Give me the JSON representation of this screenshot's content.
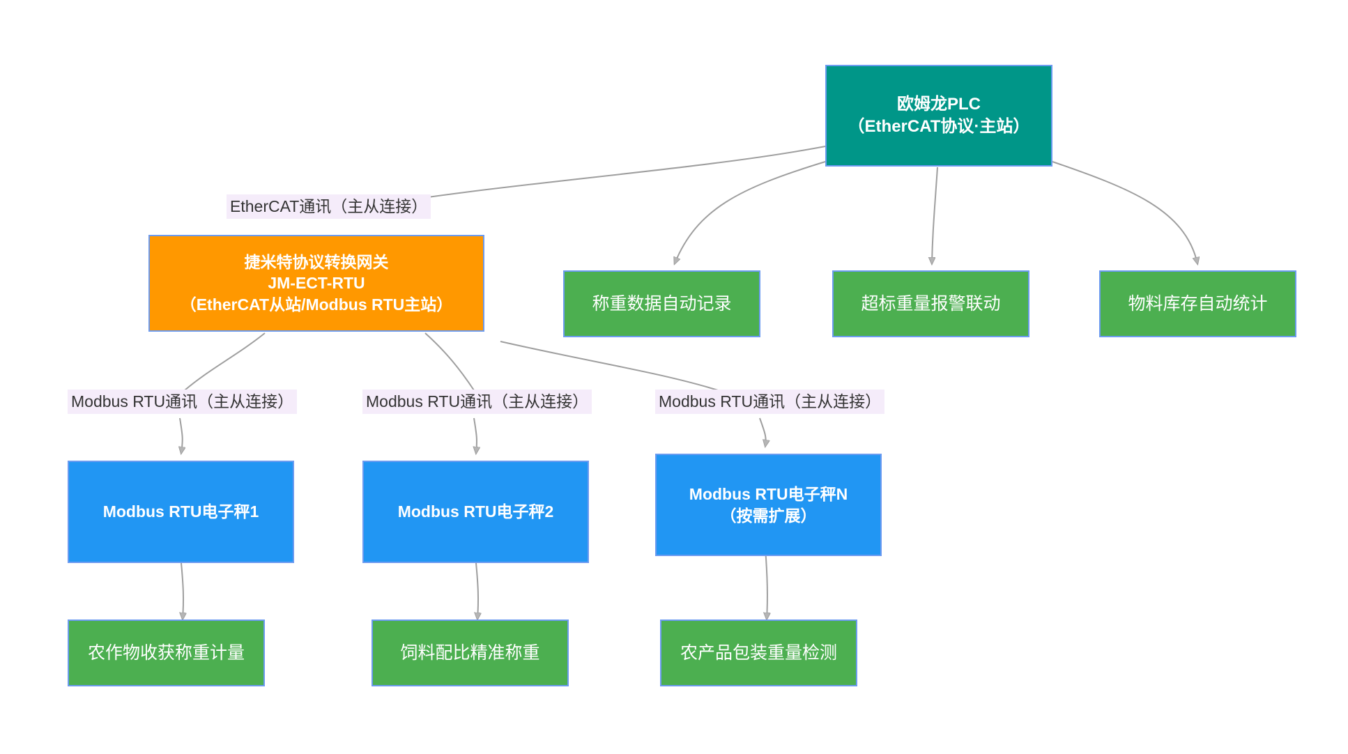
{
  "diagram": {
    "title": "EtherCAT to Modbus RTU weighing system topology",
    "colors": {
      "plc_fill": "#009688",
      "gateway_fill": "#ff9800",
      "application_fill": "#4caf50",
      "device_fill": "#2196f3",
      "node_border": "#6c9bf0",
      "edge_stroke": "#9e9e9e",
      "edge_label_bg": "#f5ecfa",
      "canvas_bg": "#ffffff"
    },
    "nodes": {
      "plc": {
        "line1": "欧姆龙PLC",
        "line2": "（EtherCAT协议·主站）"
      },
      "gateway": {
        "line1": "捷米特协议转换网关",
        "line2": "JM-ECT-RTU",
        "line3": "（EtherCAT从站/Modbus RTU主站）"
      },
      "plc_apps": [
        {
          "label": "称重数据自动记录"
        },
        {
          "label": "超标重量报警联动"
        },
        {
          "label": "物料库存自动统计"
        }
      ],
      "scales": [
        {
          "line1": "Modbus RTU电子秤1",
          "line2": ""
        },
        {
          "line1": "Modbus RTU电子秤2",
          "line2": ""
        },
        {
          "line1": "Modbus RTU电子秤N",
          "line2": "（按需扩展）"
        }
      ],
      "scale_apps": [
        {
          "label": "农作物收获称重计量"
        },
        {
          "label": "饲料配比精准称重"
        },
        {
          "label": "农产品包装重量检测"
        }
      ]
    },
    "edge_labels": {
      "ethercat": "EtherCAT通讯（主从连接）",
      "modbus_1": "Modbus RTU通讯（主从连接）",
      "modbus_2": "Modbus RTU通讯（主从连接）",
      "modbus_3": "Modbus RTU通讯（主从连接）"
    }
  }
}
